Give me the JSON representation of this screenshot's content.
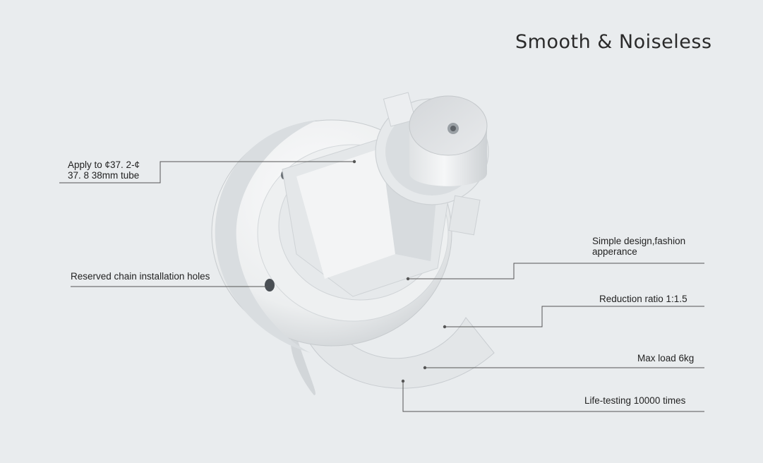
{
  "title": "Smooth & Noiseless",
  "callouts": {
    "tube_line1": "Apply to  ¢37. 2-¢",
    "tube_line2": "37. 8  38mm  tube",
    "chain_holes": "Reserved chain installation holes",
    "design_line1": "Simple design,fashion",
    "design_line2": "apperance",
    "reduction": "Reduction ratio 1:1.5",
    "max_load": "Max load 6kg",
    "life_testing": "Life-testing 10000 times"
  },
  "colors": {
    "background": "#e9ecee",
    "part_body": "#f2f3f4",
    "part_shadow": "#c9cdd0",
    "leader_line": "#555555"
  },
  "icons": [
    "roller-blind-clutch-product-image",
    "screw-icon"
  ]
}
